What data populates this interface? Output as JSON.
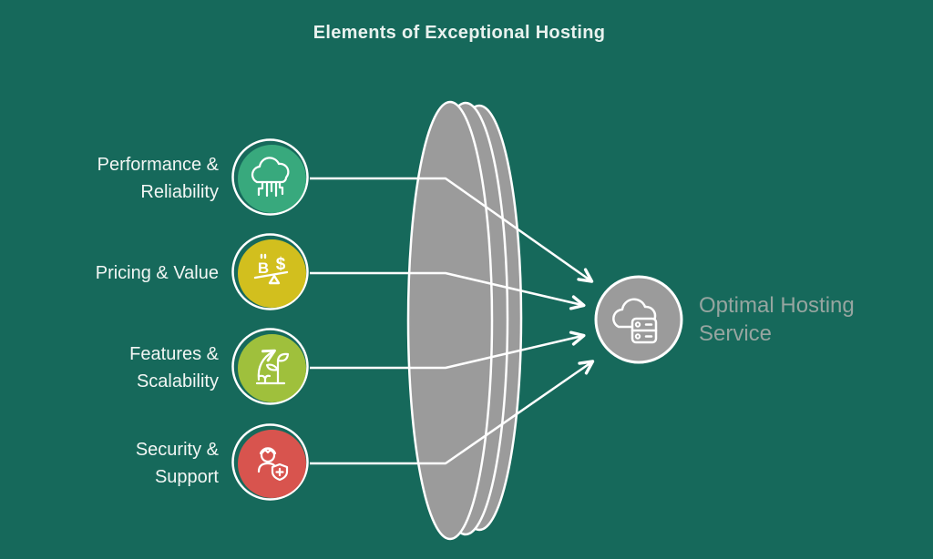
{
  "title": "Elements of Exceptional Hosting",
  "colors": {
    "background": "#16695B",
    "lens": "#9B9B9B",
    "line": "#FFFFFF",
    "label_text": "#F2F6F4",
    "result_text": "#96A5A0"
  },
  "items": [
    {
      "line1": "Performance &",
      "line2": "Reliability",
      "color": "#38A97D",
      "icon": "cloud-circuit-icon"
    },
    {
      "line1": "Pricing & Value",
      "line2": "",
      "color": "#D2BF1E",
      "icon": "balance-scale-icon"
    },
    {
      "line1": "Features &",
      "line2": "Scalability",
      "color": "#9FC03C",
      "icon": "plant-growth-icon"
    },
    {
      "line1": "Security &",
      "line2": "Support",
      "color": "#D8544E",
      "icon": "support-agent-shield-icon"
    }
  ],
  "balance_symbols": {
    "left": "B",
    "right": "$"
  },
  "result": {
    "line1": "Optimal Hosting",
    "line2": "Service",
    "circle_color": "#9B9B9B",
    "icon": "cloud-server-icon"
  }
}
